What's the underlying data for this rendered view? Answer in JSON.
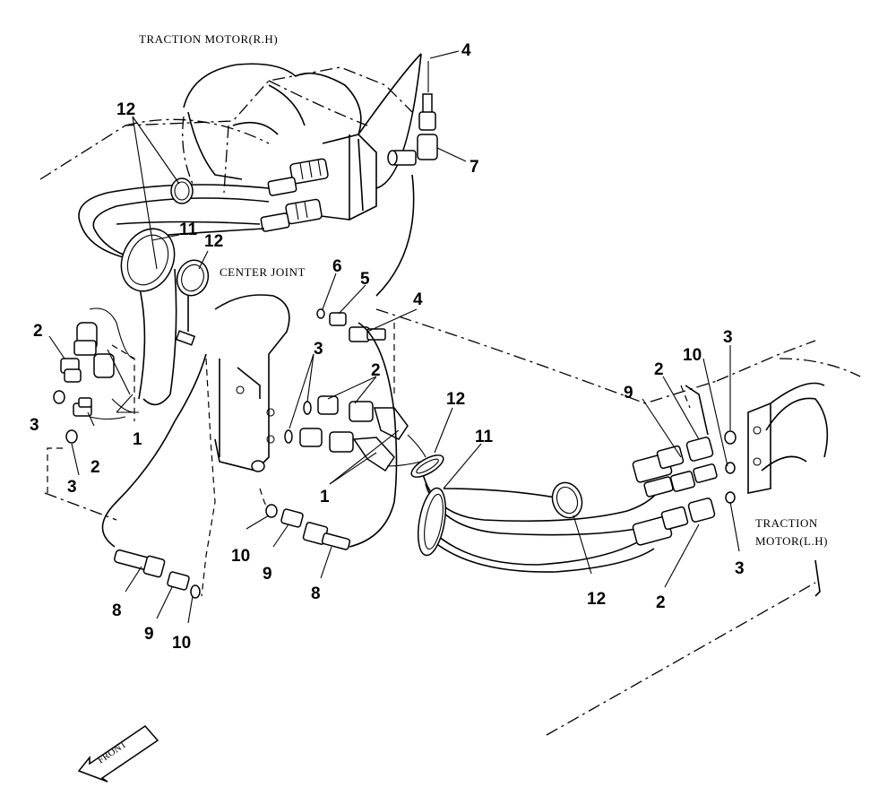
{
  "captions": {
    "motor_rh": "TRACTION MOTOR(R.H)",
    "center_joint": "CENTER JOINT",
    "motor_lh_1": "TRACTION",
    "motor_lh_2": "MOTOR(L.H)",
    "front": "FRONT"
  },
  "callouts": {
    "c4a": "4",
    "c7": "7",
    "c12a": "12",
    "c11a": "11",
    "c12b": "12",
    "c6": "6",
    "c5": "5",
    "c4b": "4",
    "c3a": "3",
    "c2a": "2",
    "c2b": "2",
    "c3b": "3",
    "c1a": "1",
    "c2c": "2",
    "c3c": "3",
    "c1b": "1",
    "c12c": "12",
    "c11b": "11",
    "c9a": "9",
    "c2d": "2",
    "c10a": "10",
    "c3d": "3",
    "c10b": "10",
    "c9b": "9",
    "c8a": "8",
    "c8b": "8",
    "c9c": "9",
    "c10c": "10",
    "c12d": "12",
    "c2e": "2",
    "c3e": "3"
  }
}
